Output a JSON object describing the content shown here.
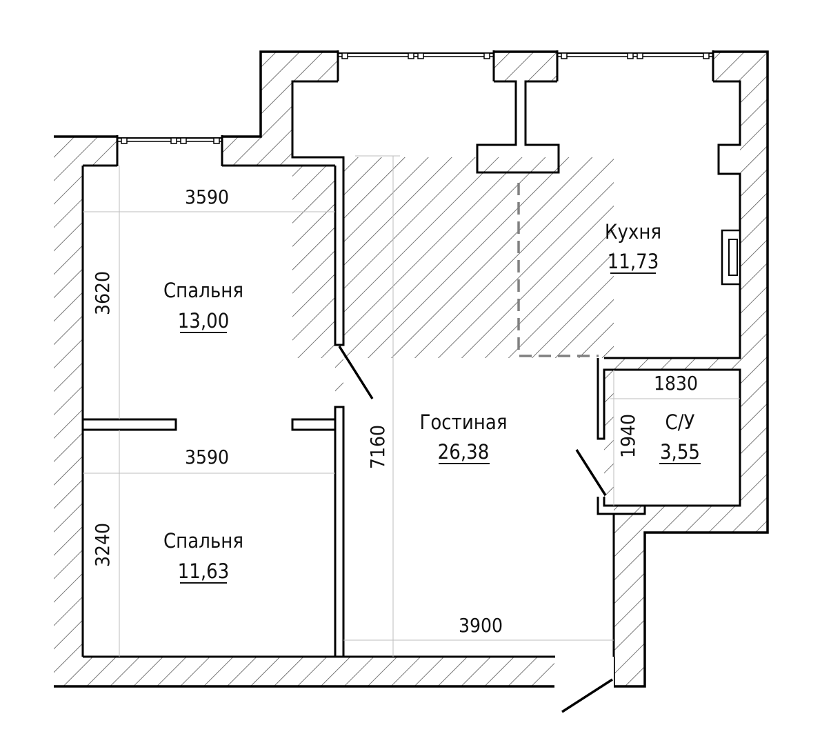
{
  "colors": {
    "wall_outline": "#000000",
    "hatch": "#555555",
    "dim_line": "#bdbdbd",
    "kitchen_boundary": "#808080",
    "background": "#ffffff"
  },
  "rooms": {
    "bedroom_top": {
      "name": "Спальня",
      "area": "13,00"
    },
    "bedroom_bottom": {
      "name": "Спальня",
      "area": "11,63"
    },
    "living": {
      "name": "Гостиная",
      "area": "26,38"
    },
    "kitchen": {
      "name": "Кухня",
      "area": "11,73"
    },
    "bathroom": {
      "name": "С/У",
      "area": "3,55"
    }
  },
  "dimensions": {
    "bedroom_top_width": "3590",
    "bedroom_top_depth": "3620",
    "bedroom_bottom_width": "3590",
    "bedroom_bottom_depth": "3240",
    "living_depth": "7160",
    "living_width": "3900",
    "bathroom_width": "1830",
    "bathroom_depth": "1940"
  }
}
